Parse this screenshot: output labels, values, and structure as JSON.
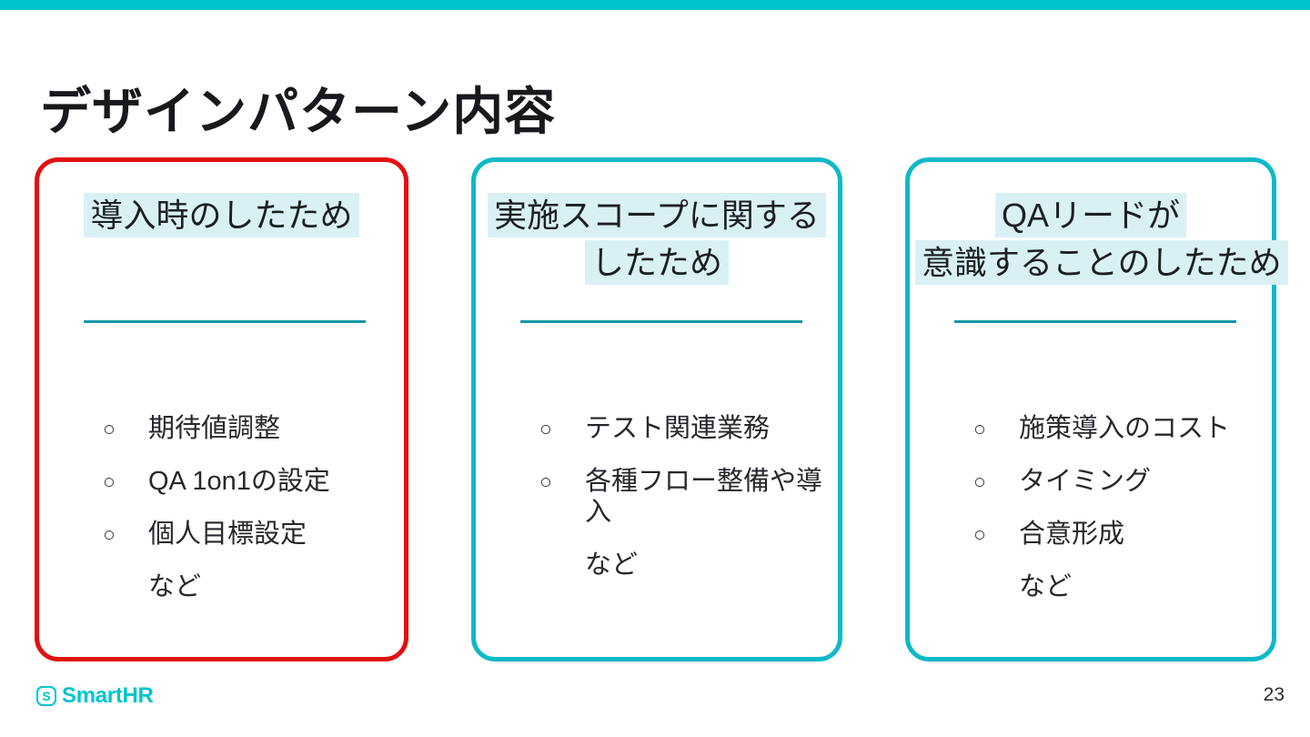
{
  "slide": {
    "title": "デザインパターン内容",
    "bullet_marker": "○",
    "colors": {
      "accent_teal": "#00c4cc",
      "card_border_teal": "#0fb9c7",
      "card_border_red": "#e01212",
      "title_highlight": "#d9f1f5",
      "title_underline": "#1596a6"
    },
    "cards": [
      {
        "title_lines": [
          "導入時のしたため"
        ],
        "bullets": [
          "期待値調整",
          "QA 1on1の設定",
          "個人目標設定"
        ],
        "more": "など"
      },
      {
        "title_lines": [
          "実施スコープに関する",
          "したため"
        ],
        "bullets": [
          "テスト関連業務",
          "各種フロー整備や導入"
        ],
        "more": "など"
      },
      {
        "title_lines": [
          "QAリードが",
          "意識することのしたため"
        ],
        "bullets": [
          "施策導入のコスト",
          "タイミング",
          "合意形成"
        ],
        "more": "など"
      }
    ],
    "footer": {
      "logo_mark": "S",
      "logo_text": "SmartHR",
      "page_number": "23"
    }
  }
}
